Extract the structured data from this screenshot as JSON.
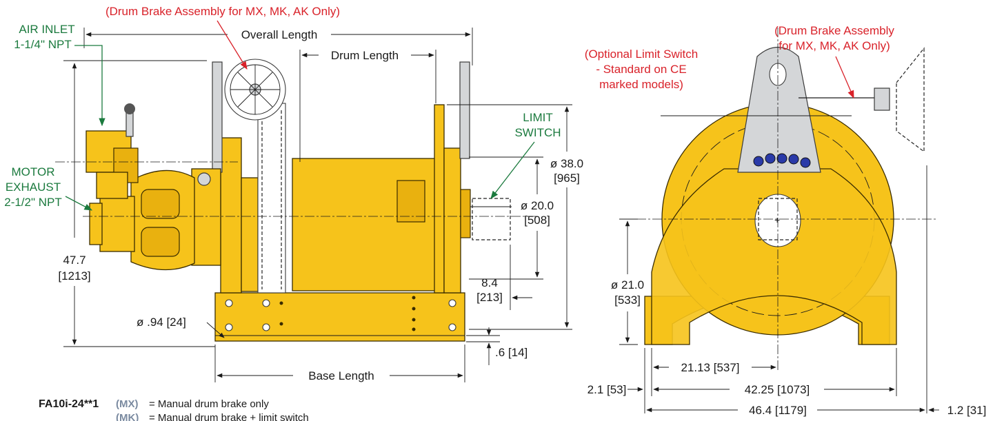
{
  "annotations": {
    "brake_left": "(Drum Brake Assembly for MX, MK, AK Only)",
    "brake_right_l1": "(Drum Brake Assembly",
    "brake_right_l2": "for MX, MK, AK Only)",
    "limit_opt_l1": "(Optional Limit Switch",
    "limit_opt_l2": "- Standard on CE",
    "limit_opt_l3": "marked models)",
    "air_inlet_l1": "AIR INLET",
    "air_inlet_l2": "1-1/4\" NPT",
    "motor_l1": "MOTOR",
    "motor_l2": "EXHAUST",
    "motor_l3": "2-1/2\" NPT",
    "limit_l1": "LIMIT",
    "limit_l2": "SWITCH"
  },
  "dimensions": {
    "overall_length": "Overall Length",
    "drum_length": "Drum Length",
    "base_length": "Base Length",
    "dia_38": "ø 38.0",
    "dia_38_mm": "[965]",
    "dia_20": "ø 20.0",
    "dia_20_mm": "[508]",
    "height": "47.7",
    "height_mm": "[1213]",
    "offset": "8.4",
    "offset_mm": "[213]",
    "hole": "ø .94 [24]",
    "thick": ".6 [14]",
    "dia_21": "ø 21.0",
    "dia_21_mm": "[533]",
    "half_span": "21.13 [537]",
    "span": "42.25 [1073]",
    "width": "46.4 [1179]",
    "left_edge": "2.1 [53]",
    "right_edge": "1.2 [31]"
  },
  "legend": {
    "model": "FA10i-24**1",
    "code_mx": "(MX)",
    "desc_mx": "= Manual drum brake only",
    "code_mk": "(MK)",
    "desc_mk": "= Manual drum brake + limit switch"
  },
  "colors": {
    "housing_yellow": "#f6c31b",
    "callout_red": "#d9222a",
    "callout_green": "#1b7a3e"
  }
}
